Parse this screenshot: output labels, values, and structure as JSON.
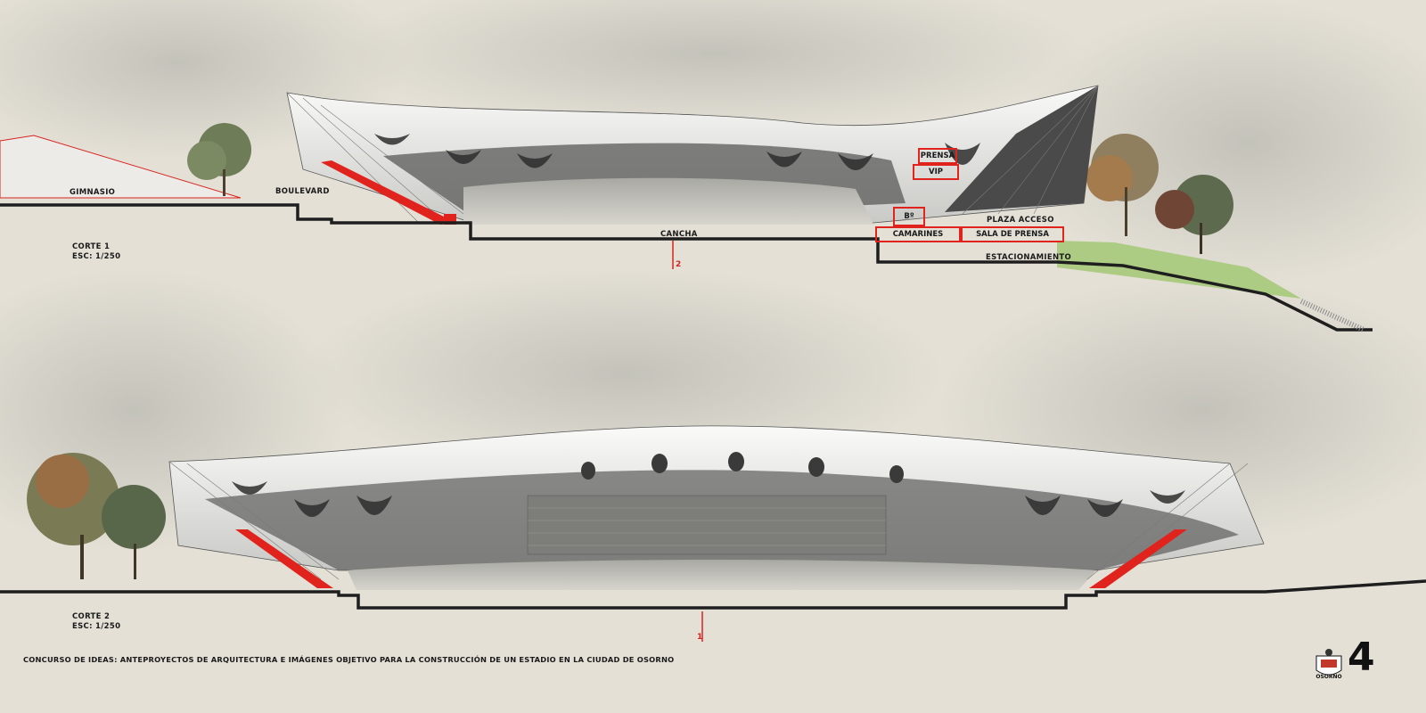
{
  "section1": {
    "title": "CORTE 1",
    "scale": "ESC: 1/250",
    "labels": {
      "gimnasio": "GIMNASIO",
      "boulevard": "BOULEVARD",
      "cancha": "CANCHA",
      "plaza_acceso": "PLAZA ACCESO",
      "estacionamiento": "ESTACIONAMIENTO"
    },
    "rooms": {
      "prensa": "PRENSA",
      "vip": "VIP",
      "bano": "Bº",
      "camarines": "CAMARINES",
      "sala_prensa": "SALA DE PRENSA"
    },
    "cut_marker": "2"
  },
  "section2": {
    "title": "CORTE 2",
    "scale": "ESC: 1/250",
    "cut_marker": "1"
  },
  "caption": "CONCURSO DE IDEAS: ANTEPROYECTOS DE ARQUITECTURA E IMÁGENES OBJETIVO PARA LA CONSTRUCCIÓN DE UN ESTADIO EN LA CIUDAD DE OSORNO",
  "sheet_number": "4",
  "emblem_text": "OSORNO",
  "colors": {
    "paper": "#e4e0d6",
    "cut_line": "#1e1e1e",
    "highlight": "#e0231c",
    "roof": "#f2f2f0",
    "shade": "#4a4a4a",
    "lawn": "#a6c97a"
  }
}
